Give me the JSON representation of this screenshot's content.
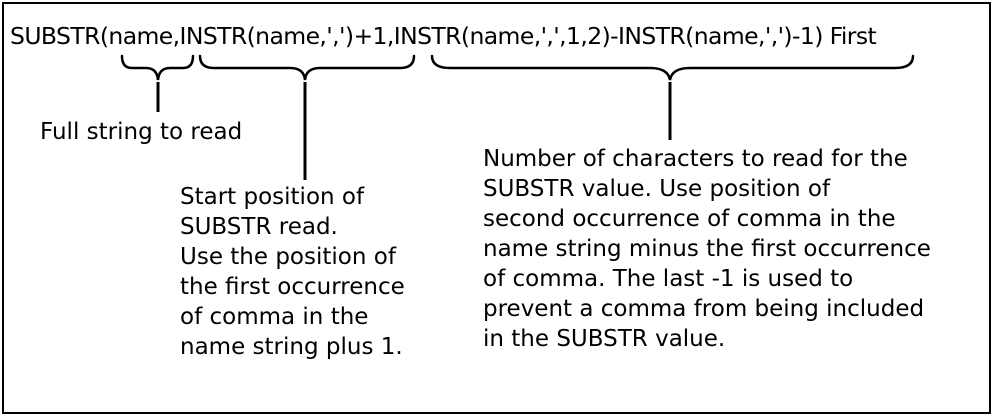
{
  "expression": "SUBSTR(name,INSTR(name,',')+1,INSTR(name,',',1,2)-INSTR(name,',')-1) First",
  "annotations": {
    "full_string": "Full string to read",
    "start_position": [
      "Start position of",
      "SUBSTR read.",
      "Use the position of",
      "the first occurrence",
      "of comma in the",
      "name string plus 1."
    ],
    "num_characters": [
      "Number of characters to read for the",
      "SUBSTR value.  Use position of",
      "second occurrence of comma in the",
      "name string minus the first occurrence",
      "of comma.  The last -1 is used to",
      "prevent a comma from being included",
      "in the SUBSTR value."
    ]
  }
}
